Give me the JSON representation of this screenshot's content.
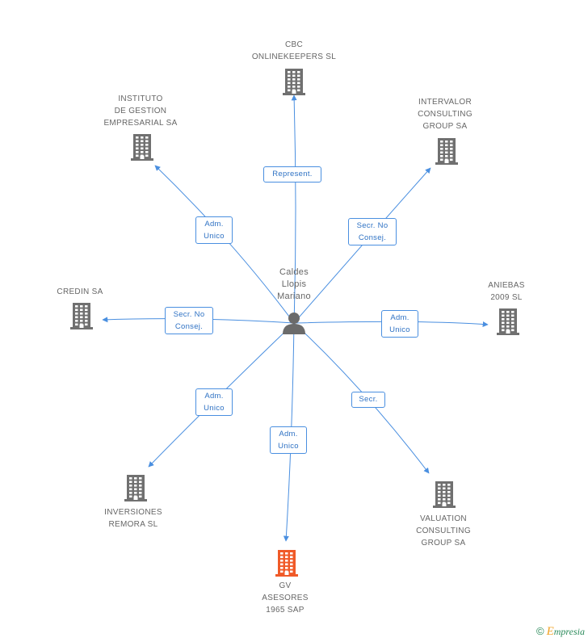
{
  "center": {
    "name": "Caldes\nLlopis\nMariano",
    "icon": "person-icon"
  },
  "nodes": [
    {
      "id": "cbc",
      "name": "CBC\nONLINEKEEPERS SL",
      "relation": "Represent.",
      "color": "#707070"
    },
    {
      "id": "instituto",
      "name": "INSTITUTO\nDE GESTION\nEMPRESARIAL SA",
      "relation": "Adm.\nUnico",
      "color": "#707070"
    },
    {
      "id": "intervalor",
      "name": "INTERVALOR\nCONSULTING\nGROUP SA",
      "relation": "Secr.  No\nConsej.",
      "color": "#707070"
    },
    {
      "id": "credin",
      "name": "CREDIN SA",
      "relation": "Secr.  No\nConsej.",
      "color": "#707070"
    },
    {
      "id": "aniebas",
      "name": "ANIEBAS\n2009 SL",
      "relation": "Adm.\nUnico",
      "color": "#707070"
    },
    {
      "id": "inversiones",
      "name": "INVERSIONES\nREMORA SL",
      "relation": "Adm.\nUnico",
      "color": "#707070"
    },
    {
      "id": "gv",
      "name": "GV\nASESORES\n1965 SAP",
      "relation": "Adm.\nUnico",
      "color": "#f05a28"
    },
    {
      "id": "valuation",
      "name": "VALUATION\nCONSULTING\nGROUP SA",
      "relation": "Secr.",
      "color": "#707070"
    }
  ],
  "colors": {
    "edge": "#4a8fe0",
    "building": "#707070",
    "highlight": "#f05a28",
    "person": "#6b6b6b"
  },
  "footer": {
    "copyright": "©",
    "brand_initial": "E",
    "brand_rest": "mpresia"
  }
}
